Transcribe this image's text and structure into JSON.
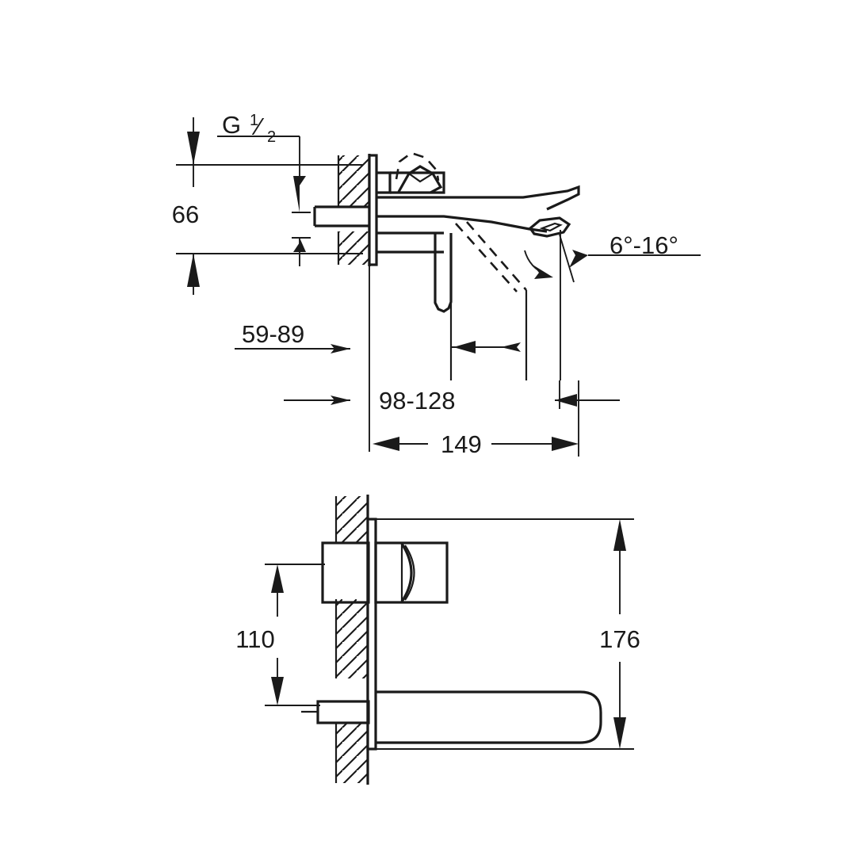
{
  "drawing": {
    "title": "Wall-mounted basin mixer technical dimension drawing",
    "units": "mm",
    "line_color": "#1a1a1a",
    "background_color": "#ffffff",
    "views": [
      {
        "name": "side-section-view",
        "position": "top"
      },
      {
        "name": "front-section-view",
        "position": "bottom"
      }
    ]
  },
  "dimensions": {
    "thread": "G",
    "thread_fraction_numerator": "1",
    "thread_fraction_denominator": "2",
    "height_66": "66",
    "angle_range": "6°-16°",
    "projection_59_89": "59-89",
    "projection_98_128": "98-128",
    "total_length_149": "149",
    "handle_height_110": "110",
    "total_height_176": "176"
  },
  "labels": {
    "g_half": "G",
    "num": "1",
    "den": "2",
    "d66": "66",
    "angle": "6°-16°",
    "d59_89": "59-89",
    "d98_128": "98-128",
    "d149": "149",
    "d110": "110",
    "d176": "176"
  }
}
